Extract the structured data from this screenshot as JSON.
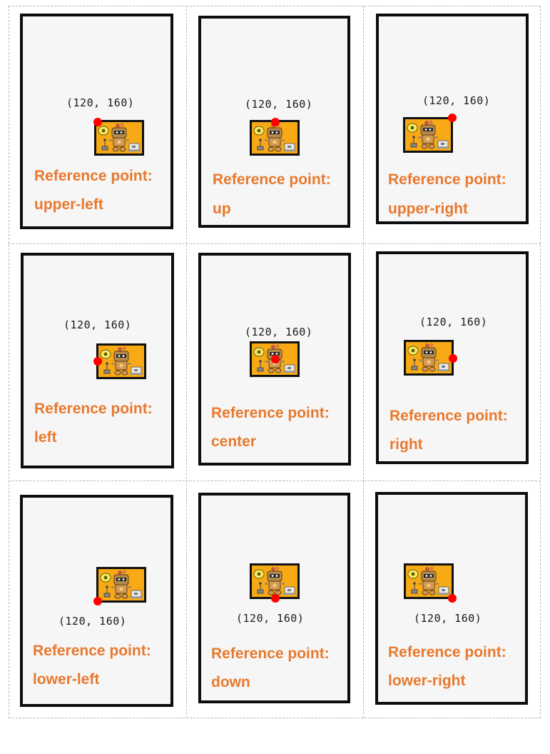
{
  "coordinate": "(120, 160)",
  "label_prefix": "Reference point:",
  "accent_color": "#e8792e",
  "dot_color": "#ff0000",
  "sprite_bg_color": "#f7a916",
  "sprite_icon": "robot-sprite-icon",
  "cards": [
    {
      "id": "upper-left",
      "name": "upper-left"
    },
    {
      "id": "up",
      "name": "up"
    },
    {
      "id": "upper-right",
      "name": "upper-right"
    },
    {
      "id": "left",
      "name": "left"
    },
    {
      "id": "center",
      "name": "center"
    },
    {
      "id": "right",
      "name": "right"
    },
    {
      "id": "lower-left",
      "name": "lower-left"
    },
    {
      "id": "down",
      "name": "down"
    },
    {
      "id": "lower-right",
      "name": "lower-right"
    }
  ]
}
